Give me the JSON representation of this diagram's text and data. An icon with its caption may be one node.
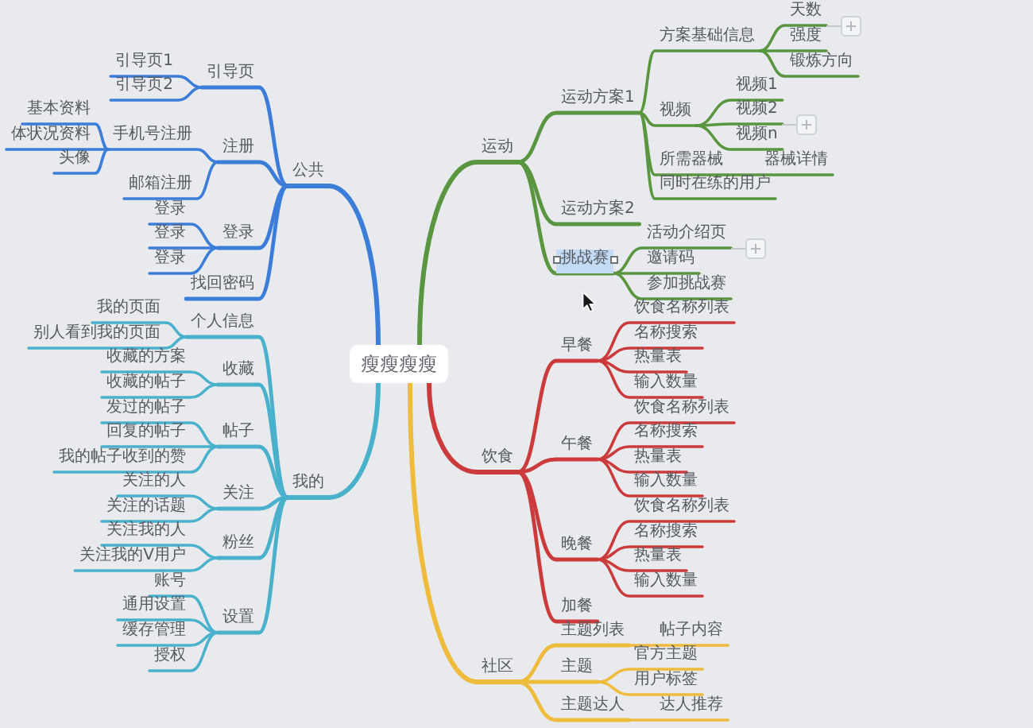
{
  "diagram": {
    "nodes": [
      {
        "text": [
          "瘦瘦瘦瘦"
        ]
      },
      {
        "text": [
          "公共"
        ]
      },
      {
        "text": [
          "引导页"
        ]
      },
      {
        "text": [
          "引导页1"
        ]
      },
      {
        "text": [
          "引导页2"
        ]
      },
      {
        "text": [
          "注册"
        ]
      },
      {
        "text": [
          "手机号注册"
        ]
      },
      {
        "text": [
          "基本资料"
        ]
      },
      {
        "text": [
          "体状况资料"
        ]
      },
      {
        "text": [
          "头像"
        ]
      },
      {
        "text": [
          "邮箱注册"
        ]
      },
      {
        "text": [
          "登录"
        ]
      },
      {
        "text": [
          "登录"
        ]
      },
      {
        "text": [
          "登录"
        ]
      },
      {
        "text": [
          "登录"
        ]
      },
      {
        "text": [
          "找回密码"
        ]
      },
      {
        "text": [
          "我的"
        ]
      },
      {
        "text": [
          "个人信息"
        ]
      },
      {
        "text": [
          "我的页面"
        ]
      },
      {
        "text": [
          "别人看到我的页面"
        ]
      },
      {
        "text": [
          "收藏"
        ]
      },
      {
        "text": [
          "收藏的方案"
        ]
      },
      {
        "text": [
          "收藏的帖子"
        ]
      },
      {
        "text": [
          "帖子"
        ]
      },
      {
        "text": [
          "发过的帖子"
        ]
      },
      {
        "text": [
          "回复的帖子"
        ]
      },
      {
        "text": [
          "我的帖子收到的赞"
        ]
      },
      {
        "text": [
          "关注"
        ]
      },
      {
        "text": [
          "关注的人"
        ]
      },
      {
        "text": [
          "关注的话题"
        ]
      },
      {
        "text": [
          "粉丝"
        ]
      },
      {
        "text": [
          "关注我的人"
        ]
      },
      {
        "text": [
          "关注我的V用户"
        ]
      },
      {
        "text": [
          "设置"
        ]
      },
      {
        "text": [
          "账号"
        ]
      },
      {
        "text": [
          "通用设置"
        ]
      },
      {
        "text": [
          "缓存管理"
        ]
      },
      {
        "text": [
          "授权"
        ]
      },
      {
        "text": [
          "运动"
        ]
      },
      {
        "text": [
          "运动方案1"
        ]
      },
      {
        "text": [
          "方案基础信息"
        ]
      },
      {
        "text": [
          "天数"
        ]
      },
      {
        "text": [
          "强度"
        ]
      },
      {
        "text": [
          "锻炼方向"
        ]
      },
      {
        "text": [
          "视频"
        ]
      },
      {
        "text": [
          "视频1"
        ]
      },
      {
        "text": [
          "视频2"
        ]
      },
      {
        "text": [
          "视频n"
        ]
      },
      {
        "text": [
          "所需器械"
        ]
      },
      {
        "text": [
          "器械详情"
        ]
      },
      {
        "text": [
          "同时在练的用户"
        ]
      },
      {
        "text": [
          "运动方案2"
        ]
      },
      {
        "text": [
          "挑战赛"
        ]
      },
      {
        "text": [
          "活动介绍页"
        ]
      },
      {
        "text": [
          "邀请码"
        ]
      },
      {
        "text": [
          "参加挑战赛"
        ]
      },
      {
        "text": [
          "饮食"
        ]
      },
      {
        "text": [
          "早餐"
        ]
      },
      {
        "text": [
          "饮食名称列表"
        ]
      },
      {
        "text": [
          "名称搜索"
        ]
      },
      {
        "text": [
          "热量表"
        ]
      },
      {
        "text": [
          "输入数量"
        ]
      },
      {
        "text": [
          "午餐"
        ]
      },
      {
        "text": [
          "饮食名称列表"
        ]
      },
      {
        "text": [
          "名称搜索"
        ]
      },
      {
        "text": [
          "热量表"
        ]
      },
      {
        "text": [
          "输入数量"
        ]
      },
      {
        "text": [
          "晚餐"
        ]
      },
      {
        "text": [
          "饮食名称列表"
        ]
      },
      {
        "text": [
          "名称搜索"
        ]
      },
      {
        "text": [
          "热量表"
        ]
      },
      {
        "text": [
          "输入数量"
        ]
      },
      {
        "text": [
          "加餐"
        ]
      },
      {
        "text": [
          "社区"
        ]
      },
      {
        "text": [
          "主题列表"
        ]
      },
      {
        "text": [
          "帖子内容"
        ]
      },
      {
        "text": [
          "主题"
        ]
      },
      {
        "text": [
          "官方主题"
        ]
      },
      {
        "text": [
          "用户标签"
        ]
      },
      {
        "text": [
          "主题达人"
        ]
      },
      {
        "text": [
          "达人推荐"
        ]
      }
    ],
    "edges": [
      {
        "from": 0,
        "to": 1,
        "arrow": "none",
        "color": "#3b7dd8"
      },
      {
        "from": 1,
        "to": 2,
        "arrow": "none",
        "color": "#3b7dd8"
      },
      {
        "from": 2,
        "to": 3,
        "arrow": "none",
        "color": "#3b7dd8"
      },
      {
        "from": 2,
        "to": 4,
        "arrow": "none",
        "color": "#3b7dd8"
      },
      {
        "from": 1,
        "to": 5,
        "arrow": "none",
        "color": "#3b7dd8"
      },
      {
        "from": 5,
        "to": 6,
        "arrow": "none",
        "color": "#3b7dd8"
      },
      {
        "from": 6,
        "to": 7,
        "arrow": "none",
        "color": "#3b7dd8"
      },
      {
        "from": 6,
        "to": 8,
        "arrow": "none",
        "color": "#3b7dd8"
      },
      {
        "from": 6,
        "to": 9,
        "arrow": "none",
        "color": "#3b7dd8"
      },
      {
        "from": 5,
        "to": 10,
        "arrow": "none",
        "color": "#3b7dd8"
      },
      {
        "from": 1,
        "to": 11,
        "arrow": "none",
        "color": "#3b7dd8"
      },
      {
        "from": 11,
        "to": 12,
        "arrow": "none",
        "color": "#3b7dd8"
      },
      {
        "from": 11,
        "to": 13,
        "arrow": "none",
        "color": "#3b7dd8"
      },
      {
        "from": 11,
        "to": 14,
        "arrow": "none",
        "color": "#3b7dd8"
      },
      {
        "from": 1,
        "to": 15,
        "arrow": "none",
        "color": "#3b7dd8"
      },
      {
        "from": 0,
        "to": 16,
        "arrow": "none"
      },
      {
        "from": 16,
        "to": 17,
        "arrow": "none"
      },
      {
        "from": 17,
        "to": 18,
        "arrow": "none"
      },
      {
        "from": 17,
        "to": 19,
        "arrow": "none"
      },
      {
        "from": 16,
        "to": 20,
        "arrow": "none"
      },
      {
        "from": 20,
        "to": 21,
        "arrow": "none"
      },
      {
        "from": 20,
        "to": 22,
        "arrow": "none"
      },
      {
        "from": 16,
        "to": 23,
        "arrow": "none"
      },
      {
        "from": 23,
        "to": 24,
        "arrow": "none"
      },
      {
        "from": 23,
        "to": 25,
        "arrow": "none"
      },
      {
        "from": 23,
        "to": 26,
        "arrow": "none"
      },
      {
        "from": 16,
        "to": 27,
        "arrow": "none"
      },
      {
        "from": 27,
        "to": 28,
        "arrow": "none"
      },
      {
        "from": 27,
        "to": 29,
        "arrow": "none"
      },
      {
        "from": 16,
        "to": 30,
        "arrow": "none"
      },
      {
        "from": 30,
        "to": 31,
        "arrow": "none"
      },
      {
        "from": 30,
        "to": 32,
        "arrow": "none"
      },
      {
        "from": 16,
        "to": 33,
        "arrow": "none"
      },
      {
        "from": 33,
        "to": 34,
        "arrow": "none"
      },
      {
        "from": 33,
        "to": 35,
        "arrow": "none"
      },
      {
        "from": 33,
        "to": 36,
        "arrow": "none"
      },
      {
        "from": 33,
        "to": 37,
        "arrow": "none"
      },
      {
        "from": 0,
        "to": 38,
        "arrow": "none",
        "color": "#5a9640"
      },
      {
        "from": 38,
        "to": 39,
        "arrow": "none",
        "color": "#5a9640"
      },
      {
        "from": 39,
        "to": 40,
        "arrow": "none",
        "color": "#5a9640"
      },
      {
        "from": 40,
        "to": 41,
        "arrow": "none",
        "color": "#5a9640"
      },
      {
        "from": 40,
        "to": 42,
        "arrow": "none",
        "color": "#5a9640"
      },
      {
        "from": 40,
        "to": 43,
        "arrow": "none",
        "color": "#5a9640"
      },
      {
        "from": 39,
        "to": 44,
        "arrow": "none",
        "color": "#5a9640"
      },
      {
        "from": 44,
        "to": 45,
        "arrow": "none",
        "color": "#5a9640"
      },
      {
        "from": 44,
        "to": 46,
        "arrow": "none",
        "color": "#5a9640"
      },
      {
        "from": 44,
        "to": 47,
        "arrow": "none",
        "color": "#5a9640"
      },
      {
        "from": 39,
        "to": 48,
        "arrow": "none",
        "color": "#5a9640"
      },
      {
        "from": 48,
        "to": 49,
        "arrow": "none",
        "color": "#5a9640"
      },
      {
        "from": 39,
        "to": 50,
        "arrow": "none",
        "color": "#5a9640"
      },
      {
        "from": 38,
        "to": 51,
        "arrow": "none",
        "color": "#5a9640"
      },
      {
        "from": 38,
        "to": 52,
        "arrow": "none",
        "color": "#5a9640"
      },
      {
        "from": 52,
        "to": 53,
        "arrow": "none",
        "color": "#5a9640"
      },
      {
        "from": 52,
        "to": 54,
        "arrow": "none",
        "color": "#5a9640"
      },
      {
        "from": 52,
        "to": 55,
        "arrow": "none",
        "color": "#5a9640"
      },
      {
        "from": 0,
        "to": 56,
        "arrow": "none",
        "color": "#cc3b3b"
      },
      {
        "from": 56,
        "to": 57,
        "arrow": "none",
        "color": "#cc3b3b"
      },
      {
        "from": 57,
        "to": 58,
        "arrow": "none",
        "color": "#cc3b3b"
      },
      {
        "from": 57,
        "to": 59,
        "arrow": "none",
        "color": "#cc3b3b"
      },
      {
        "from": 57,
        "to": 60,
        "arrow": "none",
        "color": "#cc3b3b"
      },
      {
        "from": 57,
        "to": 61,
        "arrow": "none",
        "color": "#cc3b3b"
      },
      {
        "from": 56,
        "to": 62,
        "arrow": "none",
        "color": "#cc3b3b"
      },
      {
        "from": 62,
        "to": 63,
        "arrow": "none",
        "color": "#cc3b3b"
      },
      {
        "from": 62,
        "to": 64,
        "arrow": "none",
        "color": "#cc3b3b"
      },
      {
        "from": 62,
        "to": 65,
        "arrow": "none",
        "color": "#cc3b3b"
      },
      {
        "from": 62,
        "to": 66,
        "arrow": "none",
        "color": "#cc3b3b"
      },
      {
        "from": 56,
        "to": 67,
        "arrow": "none",
        "color": "#cc3b3b"
      },
      {
        "from": 67,
        "to": 68,
        "arrow": "none",
        "color": "#cc3b3b"
      },
      {
        "from": 67,
        "to": 69,
        "arrow": "none",
        "color": "#cc3b3b"
      },
      {
        "from": 67,
        "to": 70,
        "arrow": "none",
        "color": "#cc3b3b"
      },
      {
        "from": 67,
        "to": 71,
        "arrow": "none",
        "color": "#cc3b3b"
      },
      {
        "from": 56,
        "to": 72,
        "arrow": "none",
        "color": "#cc3b3b"
      },
      {
        "from": 0,
        "to": 73,
        "arrow": "none",
        "color": "#efbb3c"
      },
      {
        "from": 73,
        "to": 74,
        "arrow": "none",
        "color": "#efbb3c"
      },
      {
        "from": 74,
        "to": 75,
        "arrow": "none",
        "color": "#efbb3c"
      },
      {
        "from": 73,
        "to": 76,
        "arrow": "none",
        "color": "#efbb3c"
      },
      {
        "from": 76,
        "to": 77,
        "arrow": "none",
        "color": "#efbb3c"
      },
      {
        "from": 76,
        "to": 78,
        "arrow": "none",
        "color": "#efbb3c"
      },
      {
        "from": 73,
        "to": 79,
        "arrow": "none",
        "color": "#efbb3c"
      },
      {
        "from": 79,
        "to": 80,
        "arrow": "none",
        "color": "#efbb3c"
      }
    ]
  }
}
